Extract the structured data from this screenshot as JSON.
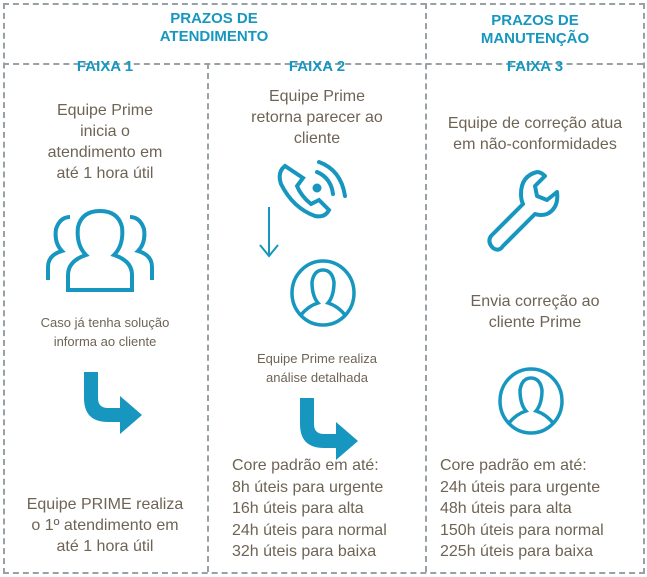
{
  "header": {
    "atendimento": [
      "PRAZOS DE",
      "ATENDIMENTO"
    ],
    "manutencao": [
      "PRAZOS DE",
      "MANUTENÇÃO"
    ]
  },
  "faixa1": {
    "title": "FAIXA 1",
    "text": [
      "Equipe Prime",
      "inicia o",
      "atendimento em",
      "até 1 hora útil"
    ],
    "note": [
      "Caso já tenha solução",
      "informa ao cliente"
    ],
    "bottom": [
      "Equipe PRIME realiza",
      "o 1º atendimento em",
      "até 1 hora útil"
    ]
  },
  "faixa2": {
    "title": "FAIXA 2",
    "text": [
      "Equipe Prime",
      "retorna parecer ao",
      "cliente"
    ],
    "note": [
      "Equipe Prime realiza",
      "análise detalhada"
    ],
    "list": [
      "Core padrão em até:",
      "8h úteis para urgente",
      "16h úteis para alta",
      "24h úteis para normal",
      "32h úteis para baixa"
    ]
  },
  "faixa3": {
    "title": "FAIXA 3",
    "text": [
      "Equipe de correção atua",
      "em não-conformidades"
    ],
    "middle": [
      "Envia correção ao",
      "cliente Prime"
    ],
    "list": [
      "Core padrão em até:",
      "24h úteis para urgente",
      "48h úteis para alta",
      "150h úteis para normal",
      "225h úteis para baixa"
    ]
  },
  "colors": {
    "accent": "#1797bf",
    "text": "#6e6455",
    "border": "#98a2a6"
  }
}
